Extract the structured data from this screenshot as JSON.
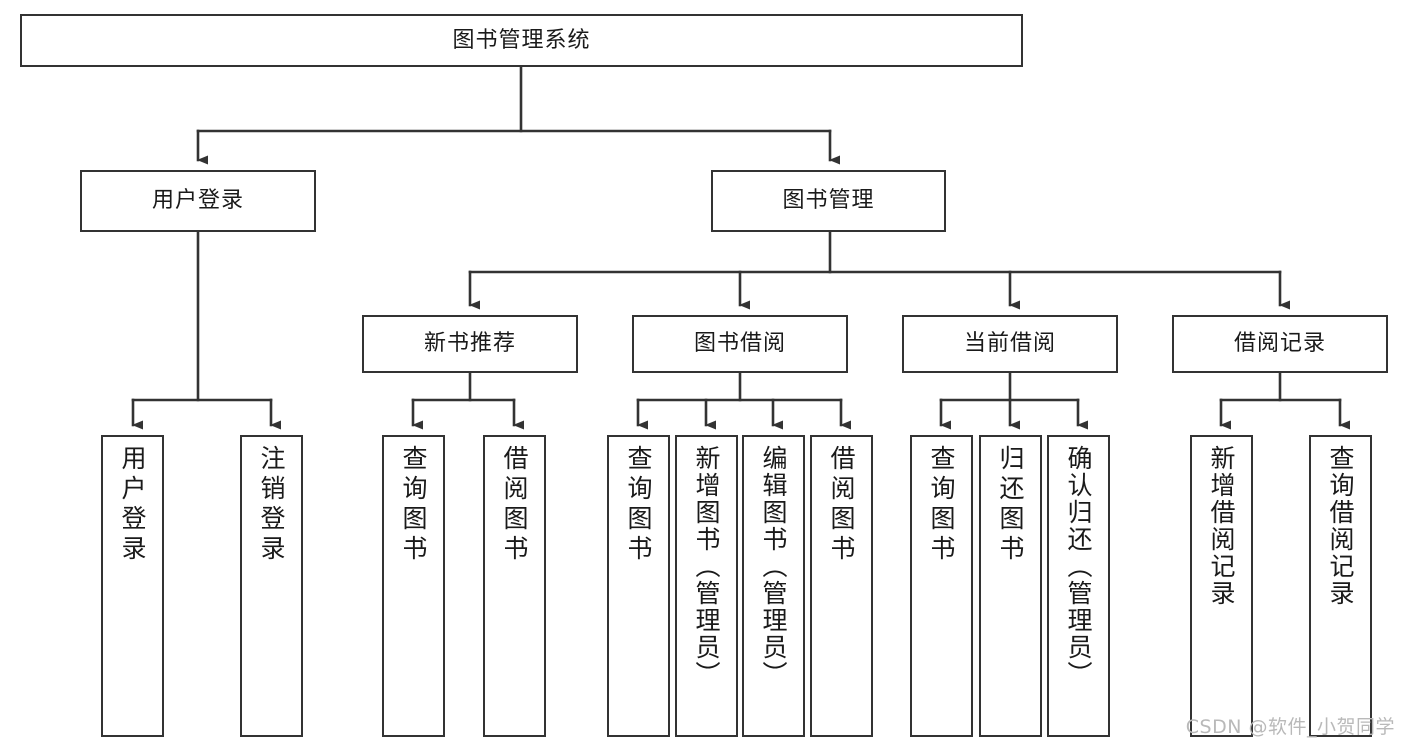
{
  "diagram": {
    "title": "图书管理系统",
    "watermark": "CSDN @软件_小贺同学",
    "colors": {
      "background": "#ffffff",
      "node_fill": "#ffffff",
      "node_border": "#333333",
      "text": "#1a1a1a",
      "connector": "#333333",
      "watermark": "#b9b9b9"
    },
    "root": {
      "label": "图书管理系统"
    },
    "level2": [
      {
        "label": "用户登录"
      },
      {
        "label": "图书管理"
      }
    ],
    "level3": [
      {
        "label": "新书推荐"
      },
      {
        "label": "图书借阅"
      },
      {
        "label": "当前借阅"
      },
      {
        "label": "借阅记录"
      }
    ],
    "leaves": [
      {
        "label": "用户登录",
        "parent": "用户登录"
      },
      {
        "label": "注销登录",
        "parent": "用户登录"
      },
      {
        "label": "查询图书",
        "parent": "新书推荐"
      },
      {
        "label": "借阅图书",
        "parent": "新书推荐"
      },
      {
        "label": "查询图书",
        "parent": "图书借阅"
      },
      {
        "label": "新增图书（管理员）",
        "parent": "图书借阅"
      },
      {
        "label": "编辑图书（管理员）",
        "parent": "图书借阅"
      },
      {
        "label": "借阅图书",
        "parent": "图书借阅"
      },
      {
        "label": "查询图书",
        "parent": "当前借阅"
      },
      {
        "label": "归还图书",
        "parent": "当前借阅"
      },
      {
        "label": "确认归还（管理员）",
        "parent": "当前借阅"
      },
      {
        "label": "新增借阅记录",
        "parent": "借阅记录"
      },
      {
        "label": "查询借阅记录",
        "parent": "借阅记录"
      }
    ]
  }
}
